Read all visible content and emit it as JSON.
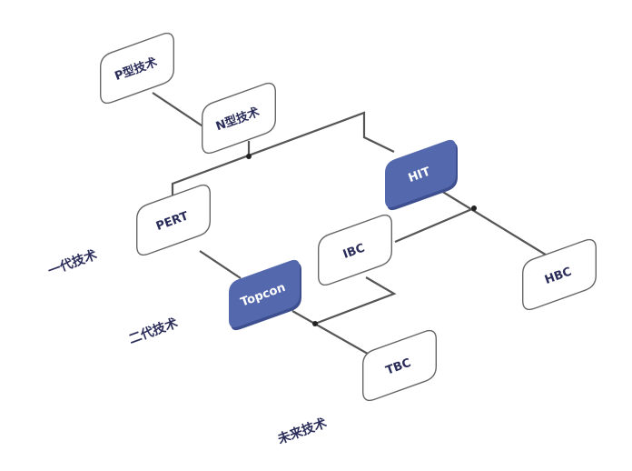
{
  "diagram": {
    "type": "technology-tree",
    "colors": {
      "highlight_fill": "#5468ad",
      "node_fill": "#ffffff",
      "node_border": "#666666",
      "text_dark": "#2a2d5a",
      "line": "#555555"
    },
    "nodes": {
      "p_type": "P型技术",
      "n_type": "N型技术",
      "pert": "PERT",
      "hit": "HIT",
      "topcon": "Topcon",
      "ibc": "IBC",
      "hbc": "HBC",
      "tbc": "TBC"
    },
    "generation_labels": {
      "gen1": "一代技术",
      "gen2": "二代技术",
      "future": "未来技术"
    },
    "edges": [
      [
        "P型技术",
        "N型技术"
      ],
      [
        "N型技术",
        "PERT"
      ],
      [
        "N型技术",
        "HIT"
      ],
      [
        "PERT",
        "Topcon"
      ],
      [
        "HIT",
        "IBC"
      ],
      [
        "HIT",
        "HBC"
      ],
      [
        "Topcon",
        "TBC"
      ],
      [
        "IBC",
        "TBC"
      ]
    ]
  }
}
